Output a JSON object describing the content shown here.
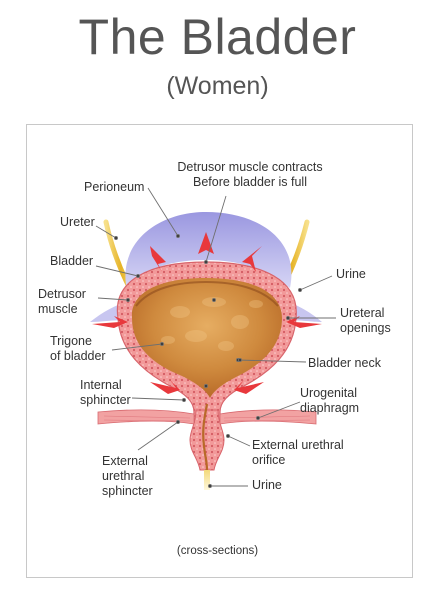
{
  "title": "The Bladder",
  "subtitle": "(Women)",
  "caption": "(cross-sections)",
  "labels": {
    "detrusor_contracts_1": "Detrusor muscle contracts",
    "detrusor_contracts_2": "Before bladder is full",
    "perioneum": "Perioneum",
    "ureter": "Ureter",
    "bladder": "Bladder",
    "detrusor_muscle_1": "Detrusor",
    "detrusor_muscle_2": "muscle",
    "trigone_1": "Trigone",
    "trigone_2": "of bladder",
    "internal_sphincter_1": "Internal",
    "internal_sphincter_2": "sphincter",
    "external_sphincter_1": "External",
    "external_sphincter_2": "urethral",
    "external_sphincter_3": "sphincter",
    "urine_top": "Urine",
    "ureteral_openings_1": "Ureteral",
    "ureteral_openings_2": "openings",
    "bladder_neck": "Bladder neck",
    "urogenital_1": "Urogenital",
    "urogenital_2": "diaphragm",
    "external_orifice_1": "External urethral",
    "external_orifice_2": "orifice",
    "urine_bottom": "Urine"
  },
  "colors": {
    "perioneum": "#b9b8ec",
    "muscle": "#ef8f8f",
    "muscle_dark": "#d9646a",
    "urine": "#c97a35",
    "urine_light": "#e9b56e",
    "ureter": "#f0c53b",
    "arrow": "#e8383c",
    "leader": "#777777"
  }
}
